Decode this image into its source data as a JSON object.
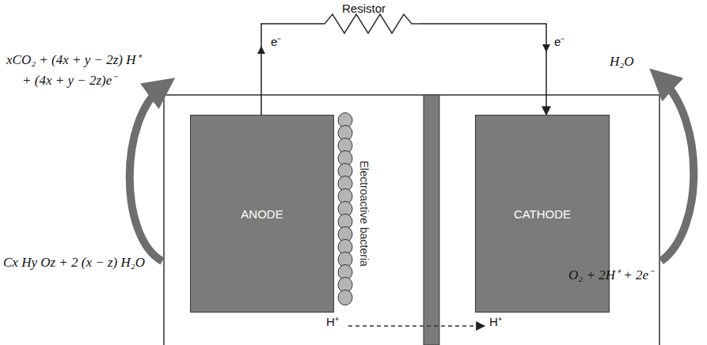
{
  "diagram": {
    "nodes": [
      {
        "text": [
          "ANODE"
        ]
      },
      {
        "text": [
          "CATHODE"
        ]
      }
    ],
    "edges": [
      {
        "from": 0,
        "to": 1,
        "arrow": "to"
      }
    ],
    "labels": [
      "Resistor",
      "e⁻",
      "e⁻",
      "xCO₂ + (4x + y − 2z) H⁺",
      "+ (4x + y − 2z)e⁻",
      "Cx Hy Oz + 2 (x − z) H₂O",
      "H₂O",
      "O₂ + 2H⁺ + 2e⁻",
      "Electroactive bacteria",
      "H⁺",
      "H⁺"
    ]
  }
}
